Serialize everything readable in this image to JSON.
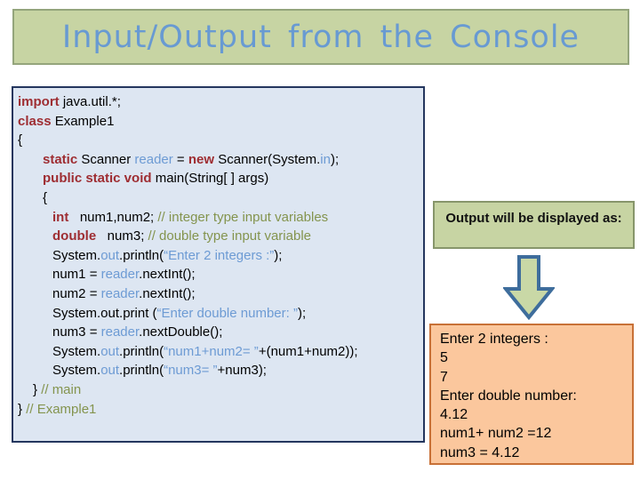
{
  "title": {
    "text": "Input/Output from the Console"
  },
  "colors": {
    "title_bg": "#c7d4a3",
    "title_border": "#94a57c",
    "title_text": "#689ad2",
    "code_bg": "#dde6f2",
    "code_border": "#24365e",
    "code_text": "#000000",
    "keyword": "#9e2d32",
    "blue_token": "#6d9bd4",
    "comment": "#84944e",
    "label_bg": "#c7d4a3",
    "label_border": "#87966b",
    "arrow_fill": "#c9d8a6",
    "arrow_stroke": "#3e6d9c",
    "console_bg": "#fbc79d",
    "console_border": "#c87137"
  },
  "code_panel": {
    "lines": [
      {
        "indent": 0,
        "tokens": [
          [
            "k",
            "import"
          ],
          [
            "p",
            " java.util.*;"
          ]
        ]
      },
      {
        "indent": 0,
        "tokens": [
          [
            "k",
            "class"
          ],
          [
            "p",
            " Example1"
          ]
        ]
      },
      {
        "indent": 0,
        "tokens": [
          [
            "p",
            "{"
          ]
        ]
      },
      {
        "indent": 28,
        "tokens": [
          [
            "k",
            "static"
          ],
          [
            "p",
            " Scanner "
          ],
          [
            "b",
            "reader"
          ],
          [
            "p",
            " = "
          ],
          [
            "k",
            "new"
          ],
          [
            "p",
            " Scanner(System."
          ],
          [
            "b",
            "in"
          ],
          [
            "p",
            ");"
          ]
        ]
      },
      {
        "indent": 28,
        "tokens": [
          [
            "k",
            "public static void"
          ],
          [
            "p",
            " main(String[ ] args)"
          ]
        ]
      },
      {
        "indent": 28,
        "tokens": [
          [
            "p",
            "{"
          ]
        ]
      },
      {
        "indent": 39,
        "tokens": [
          [
            "k",
            "int"
          ],
          [
            "p",
            "   num1,num2; "
          ],
          [
            "c",
            "// integer type input variables"
          ]
        ]
      },
      {
        "indent": 39,
        "tokens": [
          [
            "k",
            "double"
          ],
          [
            "p",
            "   num3; "
          ],
          [
            "c",
            "// double type input variable"
          ]
        ]
      },
      {
        "indent": 39,
        "tokens": [
          [
            "p",
            "System."
          ],
          [
            "b",
            "out"
          ],
          [
            "p",
            ".println("
          ],
          [
            "b",
            "“Enter 2 integers :”"
          ],
          [
            "p",
            ");"
          ]
        ]
      },
      {
        "indent": 39,
        "tokens": [
          [
            "p",
            "num1 = "
          ],
          [
            "b",
            "reader"
          ],
          [
            "p",
            ".nextInt();"
          ]
        ]
      },
      {
        "indent": 39,
        "tokens": [
          [
            "p",
            "num2 = "
          ],
          [
            "b",
            "reader"
          ],
          [
            "p",
            ".nextInt();"
          ]
        ]
      },
      {
        "indent": 39,
        "tokens": [
          [
            "p",
            "System.out.print ("
          ],
          [
            "b",
            "“Enter double number: ”"
          ],
          [
            "p",
            ");"
          ]
        ]
      },
      {
        "indent": 39,
        "tokens": [
          [
            "p",
            "num3 = "
          ],
          [
            "b",
            "reader"
          ],
          [
            "p",
            ".nextDouble();"
          ]
        ]
      },
      {
        "indent": 39,
        "tokens": [
          [
            "p",
            "System."
          ],
          [
            "b",
            "out"
          ],
          [
            "p",
            ".println("
          ],
          [
            "b",
            "“num1+num2= ”"
          ],
          [
            "p",
            "+(num1+num2));"
          ]
        ]
      },
      {
        "indent": 39,
        "tokens": [
          [
            "p",
            "System."
          ],
          [
            "b",
            "out"
          ],
          [
            "p",
            ".println("
          ],
          [
            "b",
            "“num3= ”"
          ],
          [
            "p",
            "+num3);"
          ]
        ]
      },
      {
        "indent": 17,
        "tokens": [
          [
            "p",
            "} "
          ],
          [
            "c",
            "// main"
          ]
        ]
      },
      {
        "indent": 0,
        "tokens": [
          [
            "p",
            "} "
          ],
          [
            "c",
            "// Example1"
          ]
        ]
      }
    ]
  },
  "output_label": {
    "text": "Output will be displayed as:"
  },
  "arrow": {
    "icon": "down-arrow"
  },
  "console_output": {
    "lines": [
      "Enter 2 integers :",
      "5",
      "7",
      "Enter double number:",
      "4.12",
      "num1+ num2 =12",
      "num3 = 4.12"
    ]
  }
}
